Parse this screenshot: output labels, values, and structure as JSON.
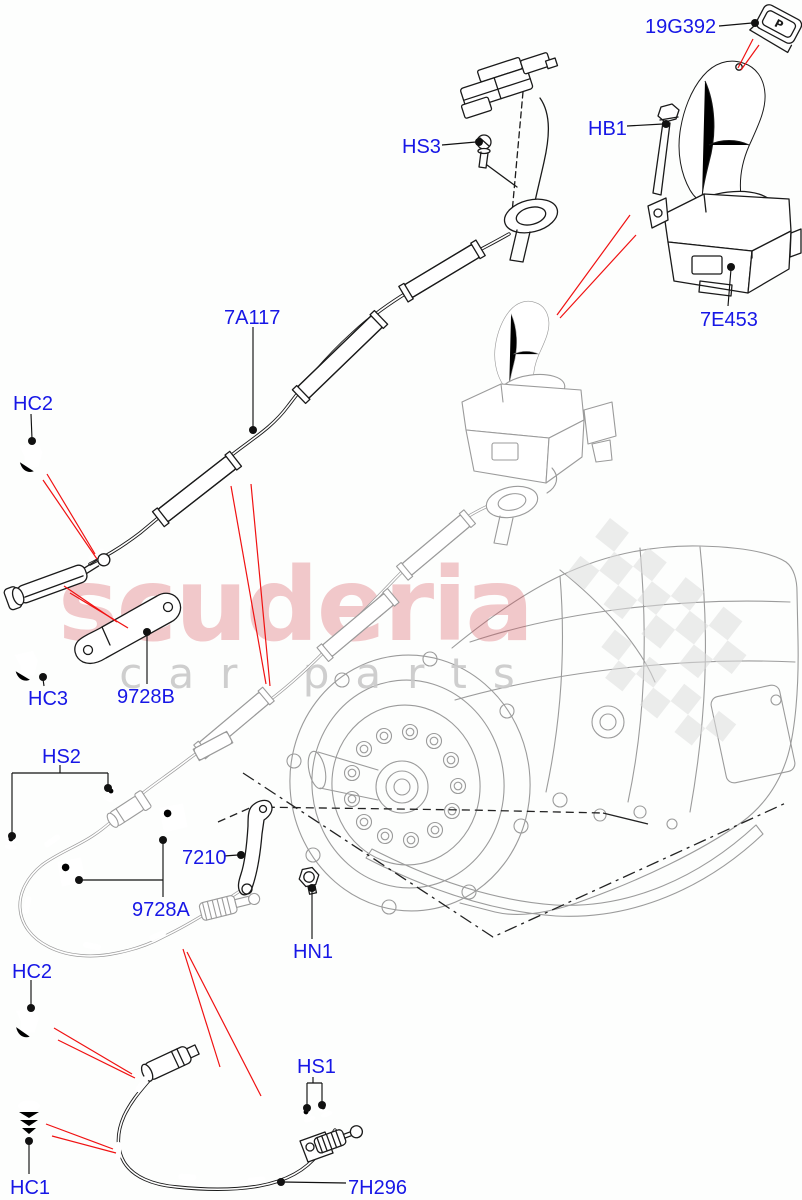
{
  "watermark": {
    "brand": "scuderia",
    "tagline": "car parts"
  },
  "shifter_button": {
    "glyph": "P"
  },
  "labels": [
    {
      "code": "19G392"
    },
    {
      "code": "HB1"
    },
    {
      "code": "HS3"
    },
    {
      "code": "7A117"
    },
    {
      "code": "HC2"
    },
    {
      "code": "HC3"
    },
    {
      "code": "9728B"
    },
    {
      "code": "HS2"
    },
    {
      "code": "7210"
    },
    {
      "code": "9728A"
    },
    {
      "code": "HN1"
    },
    {
      "code": "HC2"
    },
    {
      "code": "HC1"
    },
    {
      "code": "HS1"
    },
    {
      "code": "7H296"
    },
    {
      "code": "7E453"
    }
  ],
  "colors": {
    "label_blue": "#1717e6",
    "callout_red": "#f01212",
    "part_line_black": "#1a1a1a",
    "in_situ_gray": "#9b9b9b",
    "brand_red": "#d84b55",
    "tagline_gray": "#c9c9c9"
  }
}
